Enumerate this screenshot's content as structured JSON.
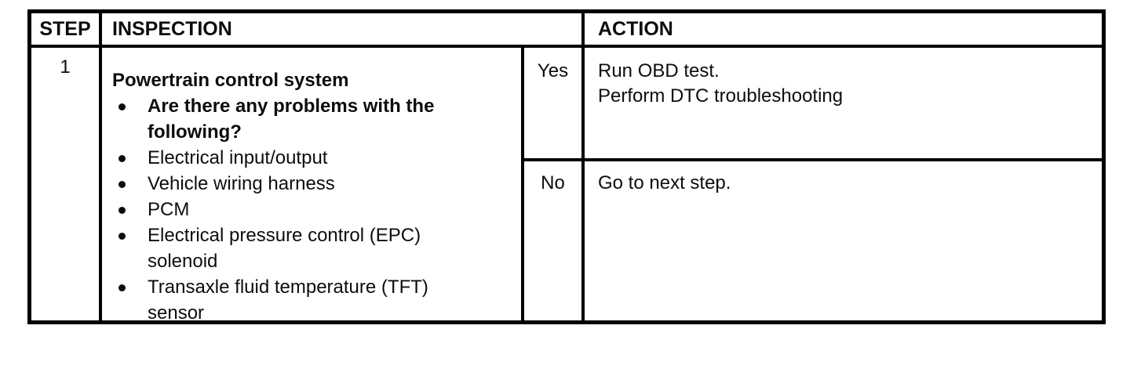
{
  "table": {
    "header": {
      "step": "STEP",
      "inspection": "INSPECTION",
      "action": "ACTION"
    },
    "rows": [
      {
        "step": "1",
        "inspection": {
          "title": "Powertrain control system",
          "bullets": [
            {
              "text": "Are there any problems with the following?",
              "emphasis": "bold"
            },
            {
              "text": "Electrical input/output",
              "emphasis": "regular"
            },
            {
              "text": "Vehicle wiring harness",
              "emphasis": "regular"
            },
            {
              "text": "PCM",
              "emphasis": "regular"
            },
            {
              "text": "Electrical pressure control (EPC) solenoid",
              "emphasis": "regular"
            },
            {
              "text": "Transaxle fluid temperature (TFT) sensor",
              "emphasis": "regular"
            }
          ]
        },
        "branches": [
          {
            "answer": "Yes",
            "action_lines": [
              "Run OBD test.",
              "Perform DTC troubleshooting"
            ]
          },
          {
            "answer": "No",
            "action_lines": [
              "Go to next step."
            ]
          }
        ]
      }
    ]
  },
  "colors": {
    "border": "#000000",
    "text": "#0d0d0d",
    "background": "#ffffff"
  }
}
